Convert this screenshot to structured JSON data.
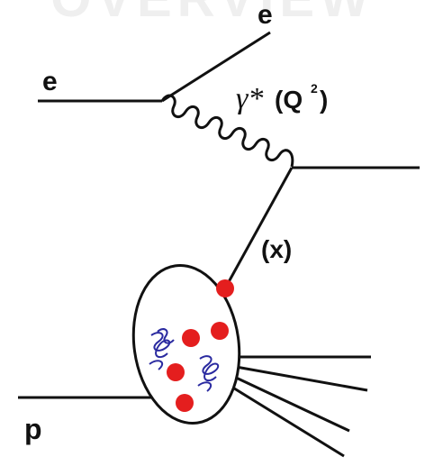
{
  "labels": {
    "electron_in": "e",
    "electron_out": "e",
    "photon_symbol": "γ*",
    "photon_arg": "(Q",
    "photon_exp": "2",
    "photon_close": ")",
    "parton_fraction": "(x)",
    "proton": "p",
    "watermark": "OVERVIEW"
  },
  "colors": {
    "line": "#111111",
    "parton": "#e41e1e",
    "gluon": "#2a2aa0",
    "watermark": "#efefef"
  }
}
